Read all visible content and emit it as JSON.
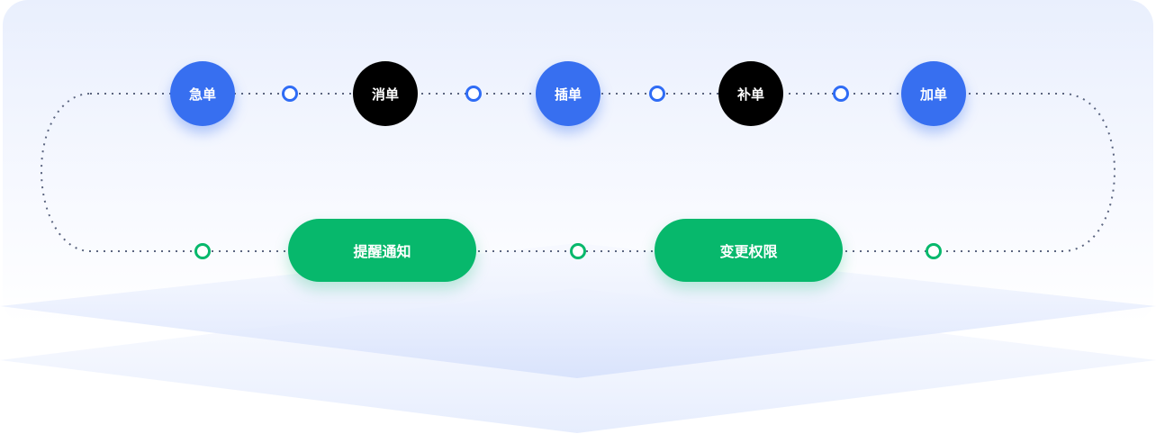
{
  "top_steps": [
    {
      "label": "急单",
      "color": "#376ff0"
    },
    {
      "label": "消单",
      "color": "#000000"
    },
    {
      "label": "插单",
      "color": "#376ff0"
    },
    {
      "label": "补单",
      "color": "#000000"
    },
    {
      "label": "加单",
      "color": "#376ff0"
    }
  ],
  "bottom_steps": [
    {
      "label": "提醒通知",
      "color": "#07b86c"
    },
    {
      "label": "变更权限",
      "color": "#07b86c"
    }
  ]
}
